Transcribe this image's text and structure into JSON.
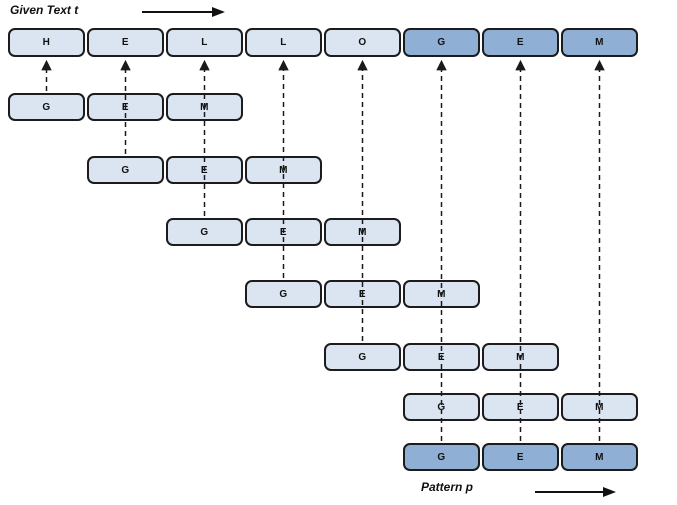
{
  "header": {
    "text_label": "Given Text t"
  },
  "footer": {
    "pattern_label": "Pattern p"
  },
  "colors": {
    "light_fill": "#dbe5f1",
    "dark_fill": "#8fafd4",
    "border": "#1c1c1c",
    "letter": "#111111",
    "arrow": "#1a1a1a"
  },
  "text_row": {
    "letters": [
      "H",
      "E",
      "L",
      "L",
      "O",
      "G",
      "E",
      "M"
    ],
    "highlight_start_index": 5
  },
  "pattern_letters": [
    "G",
    "E",
    "M"
  ],
  "pattern_rows": [
    {
      "shift": 0,
      "style": "light"
    },
    {
      "shift": 1,
      "style": "light"
    },
    {
      "shift": 2,
      "style": "light"
    },
    {
      "shift": 3,
      "style": "light"
    },
    {
      "shift": 4,
      "style": "light"
    },
    {
      "shift": 5,
      "style": "light"
    },
    {
      "shift": 5,
      "style": "dark"
    }
  ],
  "arrows": [
    {
      "column": 0,
      "from_row": 1
    },
    {
      "column": 1,
      "from_row": 2
    },
    {
      "column": 2,
      "from_row": 3
    },
    {
      "column": 3,
      "from_row": 4
    },
    {
      "column": 4,
      "from_row": 5
    },
    {
      "column": 5,
      "from_row": 7
    },
    {
      "column": 6,
      "from_row": 7
    },
    {
      "column": 7,
      "from_row": 7
    }
  ]
}
